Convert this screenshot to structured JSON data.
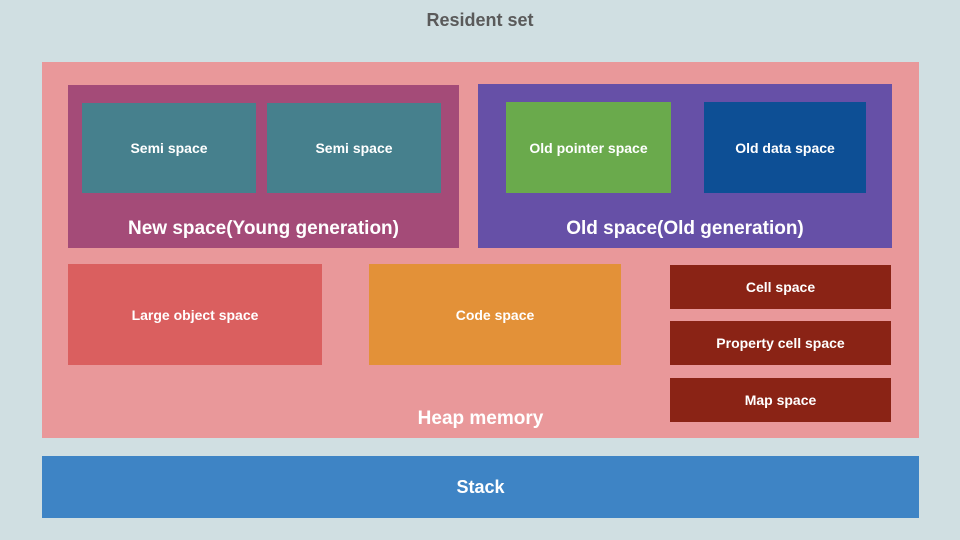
{
  "title": "Resident set",
  "colors": {
    "background": "#d0dfe2",
    "heap": "#e9989a",
    "new_space": "#a44b78",
    "semi_space": "#46808d",
    "old_space": "#6650a7",
    "old_pointer_space": "#6aaa4c",
    "old_data_space": "#0d4f95",
    "large_object_space": "#da5f5f",
    "code_space": "#e39138",
    "cell_space": "#8a2315",
    "stack": "#3e84c5",
    "title_text": "#5a5a5a",
    "label_text": "#ffffff"
  },
  "heap": {
    "label": "Heap memory",
    "new_space": {
      "label": "New space(Young generation)",
      "semi_spaces": [
        "Semi space",
        "Semi space"
      ]
    },
    "old_space": {
      "label": "Old space(Old generation)",
      "old_pointer_space": "Old pointer space",
      "old_data_space": "Old data space"
    },
    "large_object_space": "Large object space",
    "code_space": "Code space",
    "cell_spaces": [
      "Cell space",
      "Property cell space",
      "Map space"
    ]
  },
  "stack": {
    "label": "Stack"
  }
}
